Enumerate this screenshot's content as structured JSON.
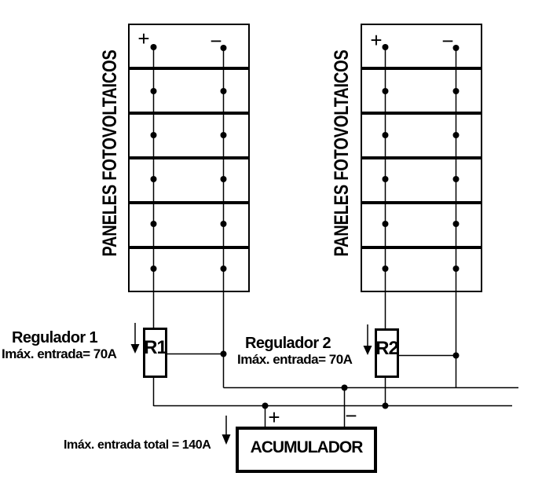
{
  "left_array": {
    "title": "PANELES FOTOVOLTAICOS",
    "panel_count": 6,
    "plus_sign": "+",
    "minus_sign": "−"
  },
  "right_array": {
    "title": "PANELES FOTOVOLTAICOS",
    "panel_count": 6,
    "plus_sign": "+",
    "minus_sign": "−"
  },
  "regulator1": {
    "title": "Regulador 1",
    "max_input": "Imáx. entrada= 70A",
    "box_label": "R1"
  },
  "regulator2": {
    "title": "Regulador 2",
    "max_input": "Imáx. entrada= 70A",
    "box_label": "R2"
  },
  "accumulator": {
    "box_label": "ACUMULADOR",
    "total_max_input": "Imáx. entrada total = 140A",
    "plus_sign": "+",
    "minus_sign": "−"
  },
  "colors": {
    "ink": "#000000",
    "paper": "#ffffff"
  }
}
